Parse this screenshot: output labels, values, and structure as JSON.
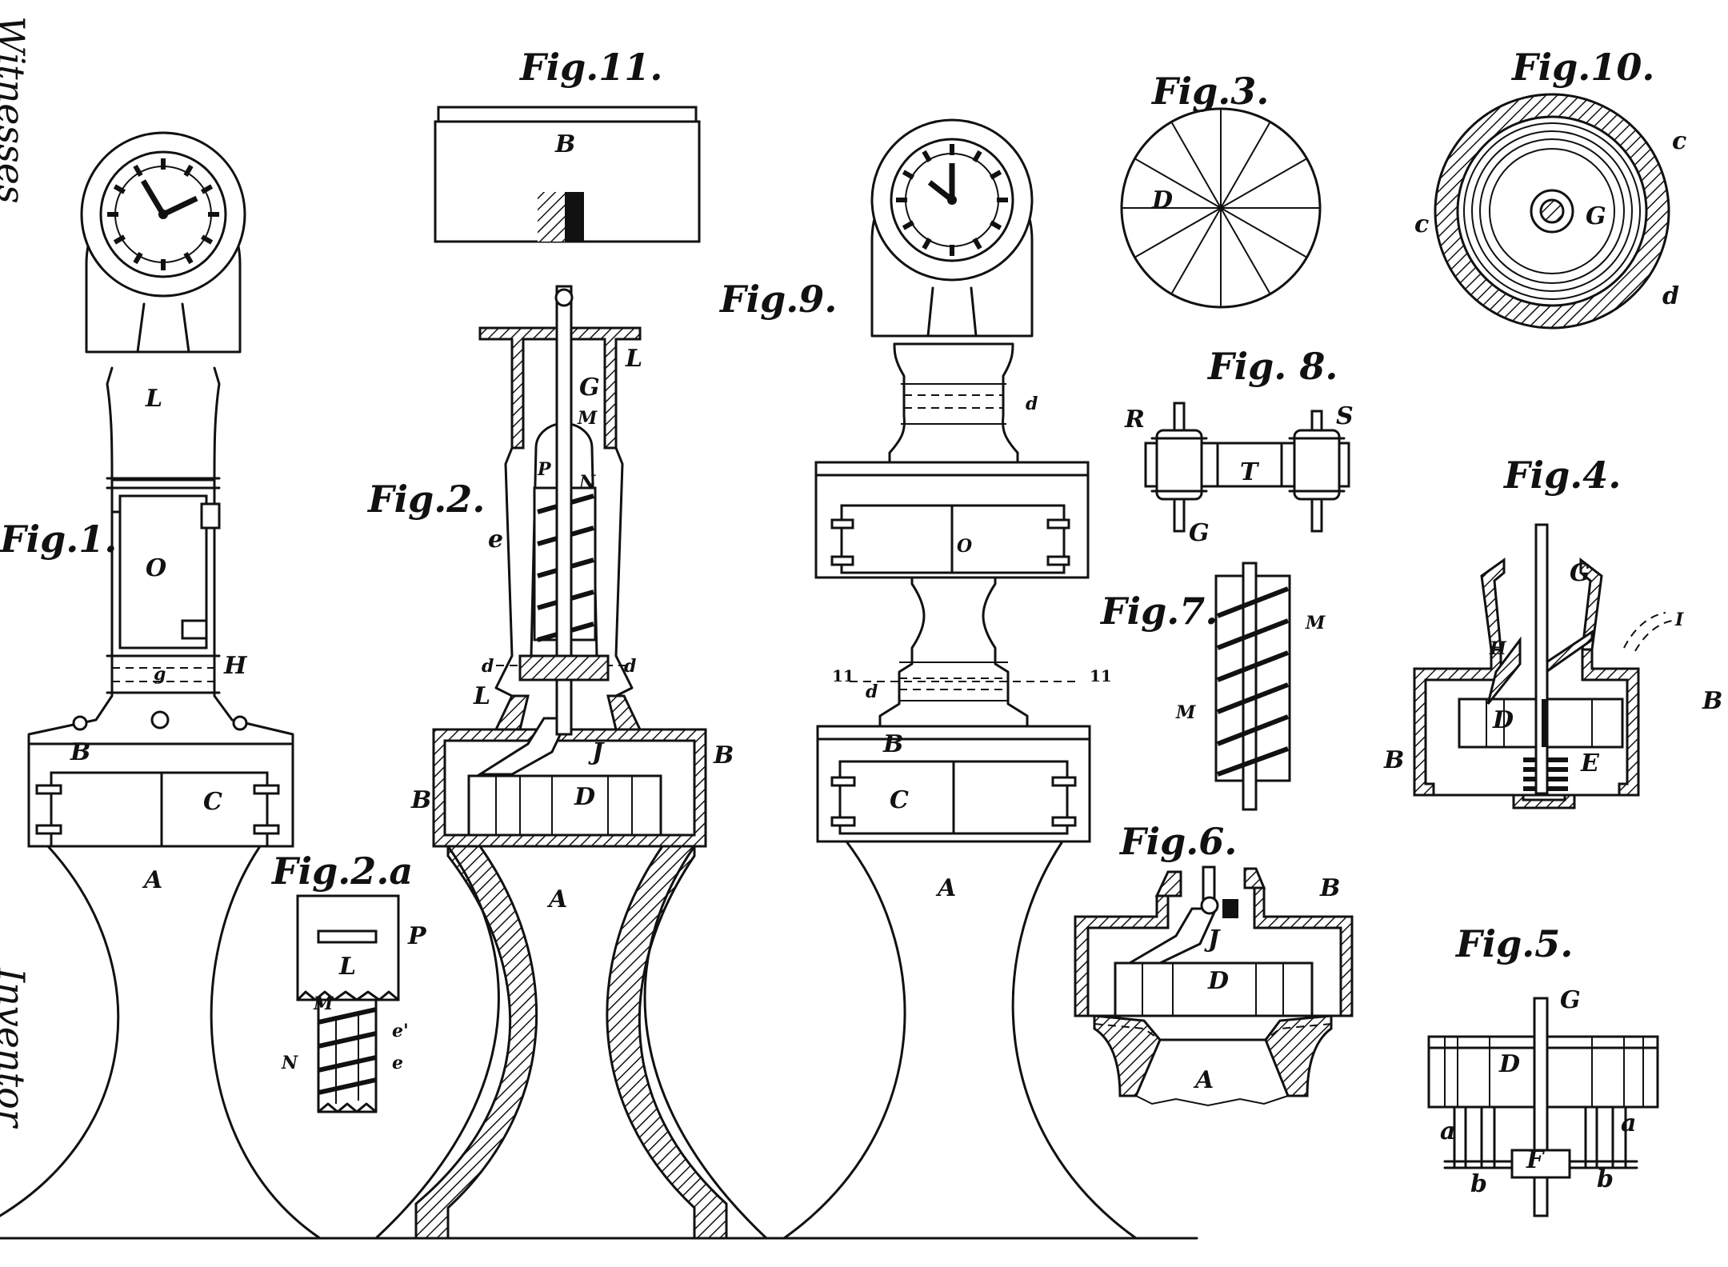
{
  "side_text": {
    "witnesses": "Witnesses",
    "inventor": "Inventor"
  },
  "figures": {
    "fig1": "Fig.1.",
    "fig2": "Fig.2.",
    "fig2a": "Fig.2.a",
    "fig3": "Fig.3.",
    "fig4": "Fig.4.",
    "fig5": "Fig.5.",
    "fig6": "Fig.6.",
    "fig7": "Fig.7.",
    "fig8": "Fig. 8.",
    "fig9": "Fig.9.",
    "fig10": "Fig.10.",
    "fig11": "Fig.11."
  },
  "labels": {
    "A": "A",
    "B": "B",
    "C": "C",
    "D": "D",
    "E": "E",
    "F": "F",
    "G": "G",
    "H": "H",
    "I": "I",
    "J": "J",
    "L": "L",
    "M": "M",
    "N": "N",
    "O": "O",
    "P": "P",
    "R": "R",
    "S": "S",
    "T": "T",
    "a": "a",
    "b": "b",
    "c": "c",
    "d": "d",
    "e": "e",
    "e1": "e'",
    "g": "g",
    "eleven": "11"
  }
}
